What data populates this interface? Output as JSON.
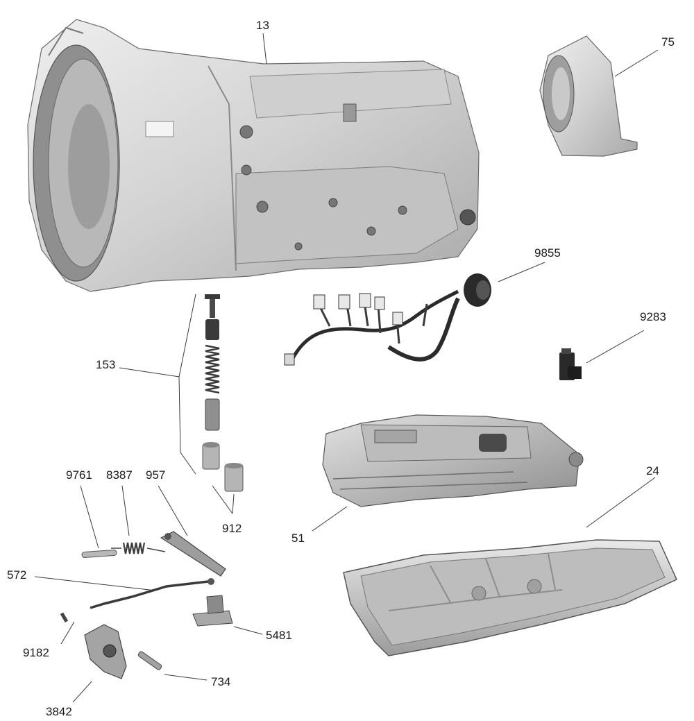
{
  "callouts": {
    "c13": "13",
    "c75": "75",
    "c9855": "9855",
    "c9283": "9283",
    "c153": "153",
    "c24": "24",
    "c9761": "9761",
    "c8387": "8387",
    "c957": "957",
    "c912": "912",
    "c51": "51",
    "c572": "572",
    "c5481": "5481",
    "c9182": "9182",
    "c734": "734",
    "c3842": "3842"
  },
  "colors": {
    "metal_light": "#e4e4e4",
    "metal_mid": "#c6c6c6",
    "metal_dark": "#8e8e8e",
    "shadow": "#5a5a5a",
    "wire": "#2b2b2b",
    "spring": "#3b3b3b"
  }
}
